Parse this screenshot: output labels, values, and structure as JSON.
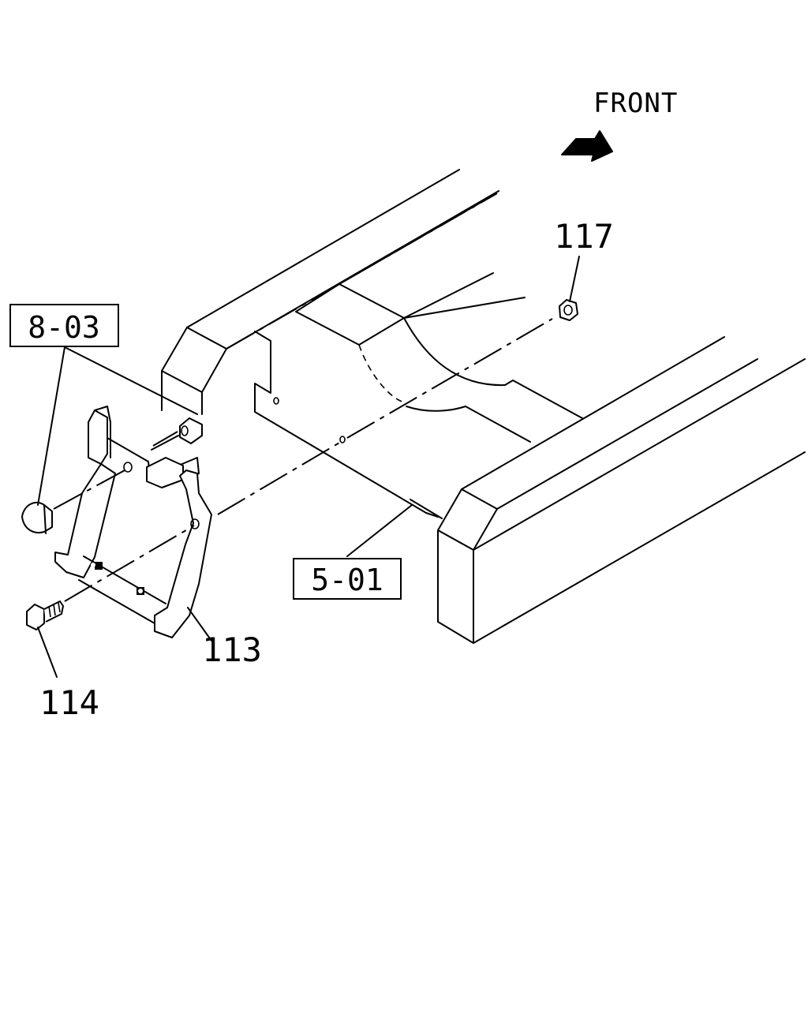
{
  "direction": {
    "label": "FRONT",
    "icon": "arrow-right-icon"
  },
  "callouts": {
    "part_117": "117",
    "part_113": "113",
    "part_114": "114"
  },
  "references": {
    "ref_8_03": "8-03",
    "ref_5_01": "5-01"
  }
}
